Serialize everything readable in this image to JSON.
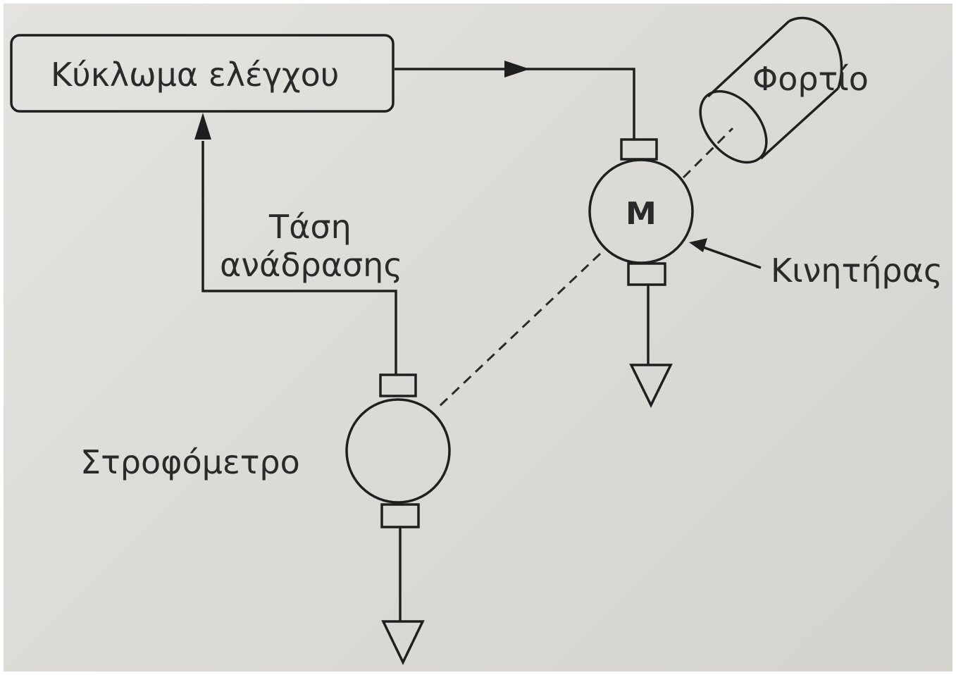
{
  "diagram": {
    "control_circuit_label": "Κύκλωμα ελέγχου",
    "load_label": "Φορτίο",
    "motor_symbol": "M",
    "motor_label": "Κινητήρας",
    "feedback_label_line1": "Τάση",
    "feedback_label_line2": "ανάδρασης",
    "tachometer_label": "Στροφόμετρο"
  }
}
